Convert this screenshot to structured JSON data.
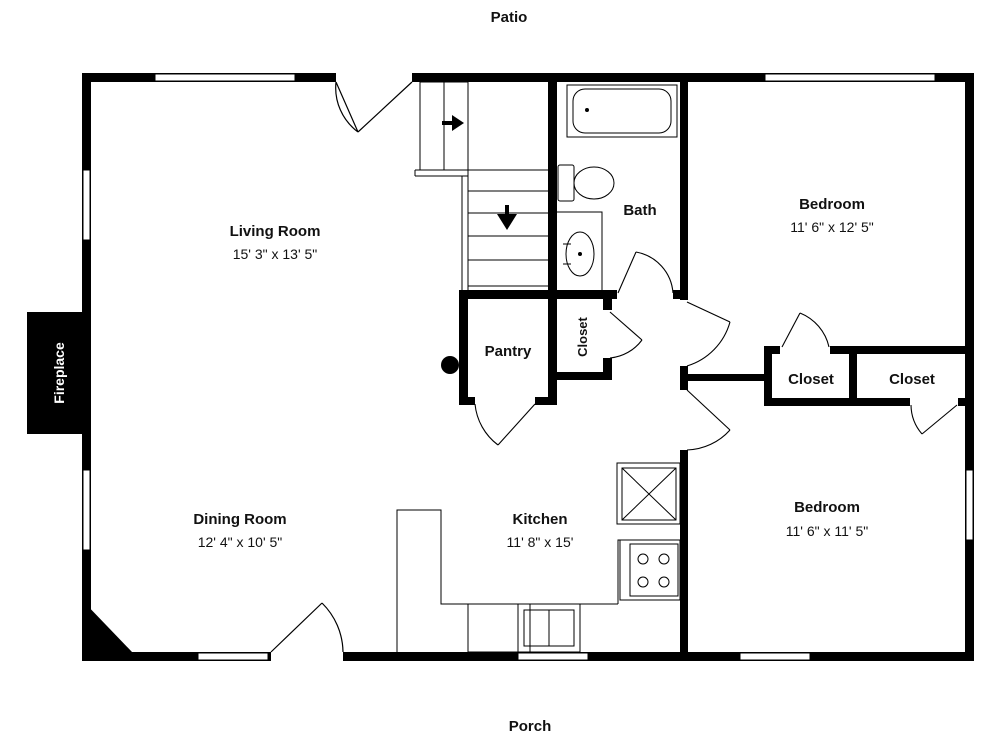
{
  "surroundings": {
    "top": "Patio",
    "bottom": "Porch"
  },
  "rooms": {
    "living_room": {
      "name": "Living Room",
      "dims": "15' 3\" x 13' 5\""
    },
    "dining_room": {
      "name": "Dining Room",
      "dims": "12' 4\" x 10' 5\""
    },
    "kitchen": {
      "name": "Kitchen",
      "dims": "11' 8\" x 15'"
    },
    "bath": {
      "name": "Bath"
    },
    "pantry": {
      "name": "Pantry"
    },
    "hall_closet": {
      "name": "Closet"
    },
    "bedroom_1": {
      "name": "Bedroom",
      "dims": "11' 6\" x 12' 5\""
    },
    "bedroom_2": {
      "name": "Bedroom",
      "dims": "11' 6\" x 11' 5\""
    },
    "closet_left": {
      "name": "Closet"
    },
    "closet_right": {
      "name": "Closet"
    }
  },
  "fireplace": {
    "label": "Fireplace"
  },
  "colors": {
    "wall": "#000000",
    "background": "#ffffff",
    "window": "#ffffff"
  }
}
